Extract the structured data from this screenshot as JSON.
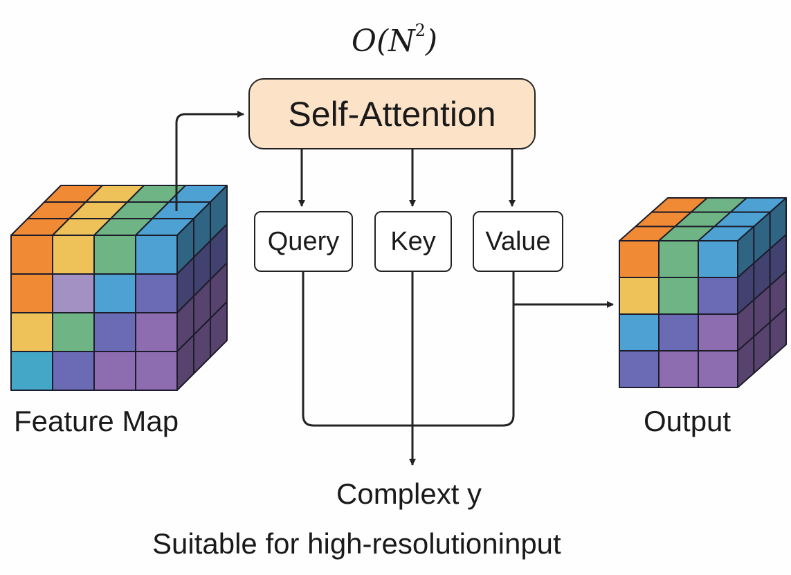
{
  "formula": {
    "base": "O(N",
    "exponent": "2",
    "close": ")"
  },
  "nodes": {
    "self_attention": "Self-Attention",
    "query": "Query",
    "key": "Key",
    "value": "Value"
  },
  "labels": {
    "feature_map": "Feature Map",
    "output": "Output",
    "complexity": "Complext y",
    "note": "Suitable for high-resolutioninput"
  },
  "colors": {
    "attention_fill": "#fce3c7",
    "line": "#222222",
    "orange": "#f08a35",
    "yellow": "#eec159",
    "green": "#6fb484",
    "blue": "#4ea2d3",
    "indigo": "#6b6ab5",
    "violet": "#8d6cb0",
    "lavender": "#a391c4",
    "teal": "#45a7c7"
  },
  "feature_map_grid": [
    [
      "orange",
      "yellow",
      "green",
      "blue"
    ],
    [
      "orange",
      "lavender",
      "blue",
      "indigo"
    ],
    [
      "yellow",
      "green",
      "indigo",
      "violet"
    ],
    [
      "teal",
      "indigo",
      "violet",
      "violet"
    ]
  ],
  "feature_map_top": [
    [
      "orange",
      "yellow",
      "green",
      "blue"
    ],
    [
      "orange",
      "yellow",
      "green",
      "blue"
    ],
    [
      "orange",
      "yellow",
      "green",
      "blue"
    ]
  ],
  "output_grid": [
    [
      "orange",
      "green",
      "blue"
    ],
    [
      "yellow",
      "green",
      "indigo"
    ],
    [
      "blue",
      "indigo",
      "violet"
    ],
    [
      "indigo",
      "violet",
      "violet"
    ]
  ],
  "output_top": [
    [
      "orange",
      "green",
      "blue"
    ],
    [
      "orange",
      "green",
      "blue"
    ],
    [
      "orange",
      "green",
      "blue"
    ]
  ]
}
